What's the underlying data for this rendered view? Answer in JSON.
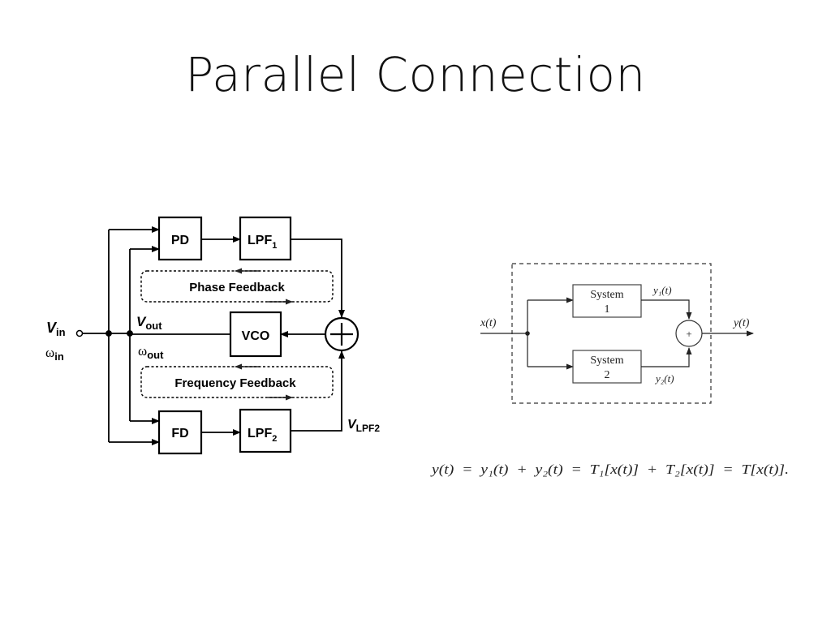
{
  "slide": {
    "title": "Parallel Connection"
  },
  "pll_diagram": {
    "pd": "PD",
    "lpf1_main": "LPF",
    "lpf1_sub": "1",
    "fd": "FD",
    "lpf2_main": "LPF",
    "lpf2_sub": "2",
    "vco": "VCO",
    "phase_feedback": "Phase Feedback",
    "frequency_feedback": "Frequency Feedback",
    "vin_main": "V",
    "vin_sub": "in",
    "win_main": "ω",
    "win_sub": "in",
    "vout_main": "V",
    "vout_sub": "out",
    "wout_main": "ω",
    "wout_sub": "out",
    "vlpf2_main": "V",
    "vlpf2_sub": "LPF2"
  },
  "system_diagram": {
    "system1_line1": "System",
    "system1_line2": "1",
    "system2_line1": "System",
    "system2_line2": "2",
    "input_label": "x(t)",
    "output_label": "y(t)",
    "y1_label": "y₁(t)",
    "y2_label": "y₂(t)",
    "adder_symbol": "+"
  },
  "equation": {
    "text": "y(t)  =  y₁(t)  +  y₂(t)  =  T₁[x(t)]  +  T₂[x(t)]  =  T[x(t)]."
  }
}
